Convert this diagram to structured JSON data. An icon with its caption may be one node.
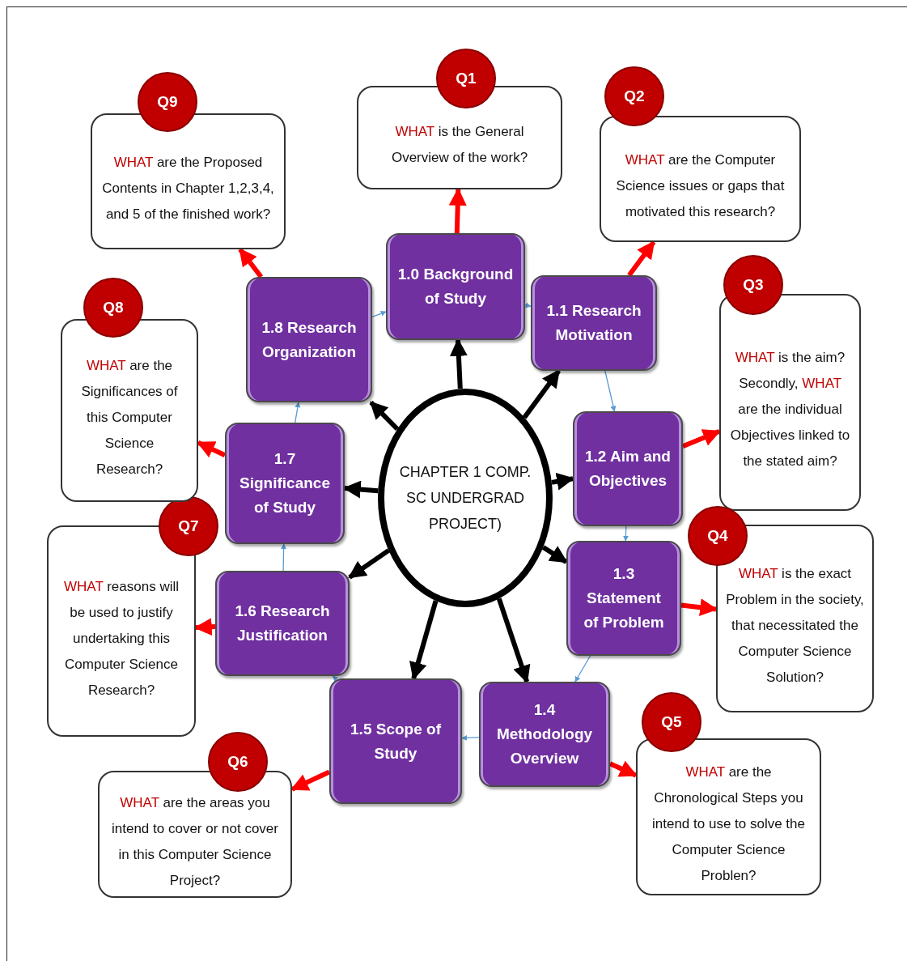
{
  "diagram": {
    "nodes": [
      {
        "text": [
          "CHAPTER 1 COMP. SC UNDERGRAD PROJECT)"
        ]
      },
      {
        "text": [
          "1.0 Background of Study"
        ]
      },
      {
        "text": [
          "1.1 Research Motivation"
        ]
      },
      {
        "text": [
          "1.2 Aim and Objectives"
        ]
      },
      {
        "text": [
          "1.3 Statement of Problem"
        ]
      },
      {
        "text": [
          "1.4 Methodology Overview"
        ]
      },
      {
        "text": [
          "1.5 Scope of Study"
        ]
      },
      {
        "text": [
          "1.6 Research Justification"
        ]
      },
      {
        "text": [
          "1.7 Significance of Study"
        ]
      },
      {
        "text": [
          "1.8 Research Organization"
        ]
      },
      {
        "text": [
          "Q1",
          "**WHAT** is the General Overview of the work?"
        ]
      },
      {
        "text": [
          "Q2",
          "**WHAT** are the Computer Science issues or gaps that motivated this research?"
        ]
      },
      {
        "text": [
          "Q3",
          "**WHAT** is the aim? Secondly, **WHAT** are the individual Objectives linked to the stated aim?"
        ]
      },
      {
        "text": [
          "Q4",
          "**WHAT** is the exact Problem in the society, that necessitated the Computer Science Solution?"
        ]
      },
      {
        "text": [
          "Q5",
          "**WHAT** are the Chronological Steps you intend to use to solve the Computer Science Problen?"
        ]
      },
      {
        "text": [
          "Q6",
          "**WHAT** are the areas you intend to cover or not cover in this Computer Science Project?"
        ]
      },
      {
        "text": [
          "Q7",
          "**WHAT** reasons will be used to justify undertaking this Computer Science Research?"
        ]
      },
      {
        "text": [
          "Q8",
          "**WHAT** are the Significances of this Computer Science Research?"
        ]
      },
      {
        "text": [
          "Q9",
          "**WHAT** are the Proposed Contents in Chapter 1,2,3,4, and 5 of the finished work?"
        ]
      }
    ],
    "edges": [
      {
        "from": 0,
        "to": 1,
        "arrow": "to"
      },
      {
        "from": 0,
        "to": 2,
        "arrow": "to"
      },
      {
        "from": 0,
        "to": 3,
        "arrow": "to"
      },
      {
        "from": 0,
        "to": 4,
        "arrow": "to"
      },
      {
        "from": 0,
        "to": 5,
        "arrow": "to"
      },
      {
        "from": 0,
        "to": 6,
        "arrow": "to"
      },
      {
        "from": 0,
        "to": 7,
        "arrow": "to"
      },
      {
        "from": 0,
        "to": 8,
        "arrow": "to"
      },
      {
        "from": 0,
        "to": 9,
        "arrow": "to"
      },
      {
        "from": 1,
        "to": 10,
        "arrow": "to",
        "color": "#ff0000"
      },
      {
        "from": 2,
        "to": 11,
        "arrow": "to",
        "color": "#ff0000"
      },
      {
        "from": 3,
        "to": 12,
        "arrow": "to",
        "color": "#ff0000"
      },
      {
        "from": 4,
        "to": 13,
        "arrow": "to",
        "color": "#ff0000"
      },
      {
        "from": 5,
        "to": 14,
        "arrow": "to",
        "color": "#ff0000"
      },
      {
        "from": 6,
        "to": 15,
        "arrow": "to",
        "color": "#ff0000"
      },
      {
        "from": 7,
        "to": 16,
        "arrow": "to",
        "color": "#ff0000"
      },
      {
        "from": 8,
        "to": 17,
        "arrow": "to",
        "color": "#ff0000"
      },
      {
        "from": 9,
        "to": 18,
        "arrow": "to",
        "color": "#ff0000"
      },
      {
        "from": 1,
        "to": 2,
        "arrow": "to",
        "color": "#5b9bd5"
      },
      {
        "from": 2,
        "to": 3,
        "arrow": "to",
        "color": "#5b9bd5"
      },
      {
        "from": 3,
        "to": 4,
        "arrow": "to",
        "color": "#5b9bd5"
      },
      {
        "from": 4,
        "to": 5,
        "arrow": "to",
        "color": "#5b9bd5"
      },
      {
        "from": 5,
        "to": 6,
        "arrow": "to",
        "color": "#5b9bd5"
      },
      {
        "from": 6,
        "to": 7,
        "arrow": "to",
        "color": "#5b9bd5"
      },
      {
        "from": 7,
        "to": 8,
        "arrow": "to",
        "color": "#5b9bd5"
      },
      {
        "from": 8,
        "to": 9,
        "arrow": "to",
        "color": "#5b9bd5"
      },
      {
        "from": 9,
        "to": 1,
        "arrow": "to",
        "color": "#5b9bd5"
      }
    ]
  }
}
